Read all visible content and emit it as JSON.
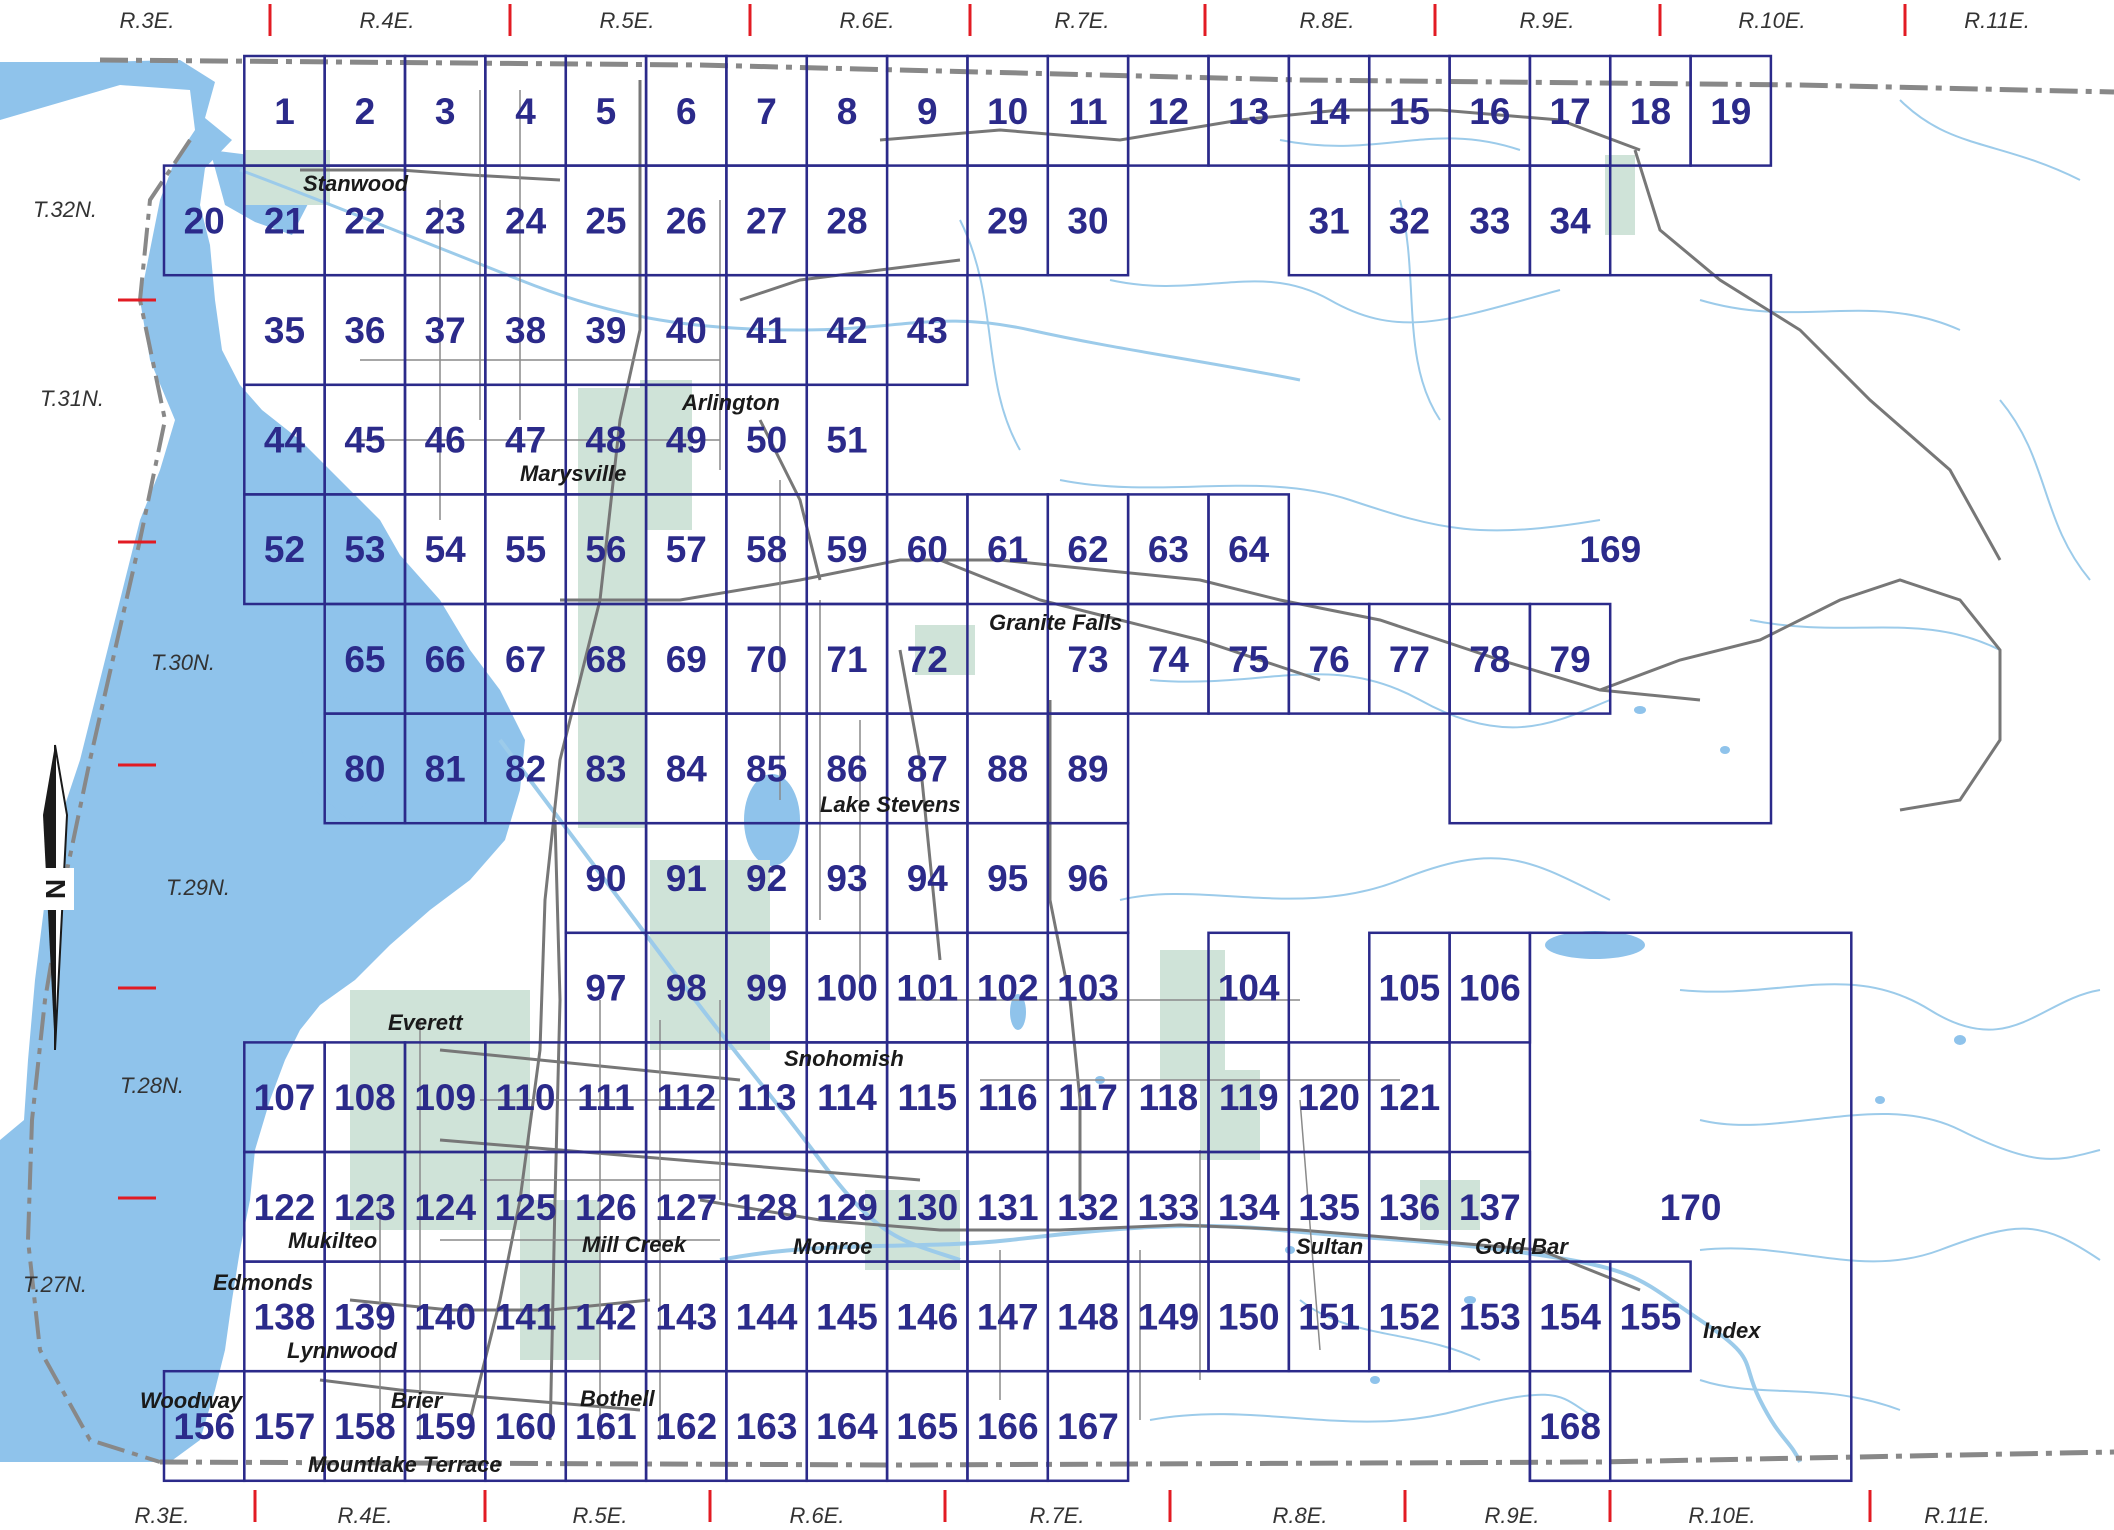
{
  "colors": {
    "water": "#8fc3eb",
    "park": "#cfe3d8",
    "grid": "#2b2a8a",
    "number": "#2b2a8a",
    "tick": "#e21b23",
    "road": "#777777",
    "stream": "#9ccbea",
    "boundary": "#888888"
  },
  "icons": {
    "north_arrow": "north-arrow-icon"
  },
  "north_label": "N",
  "range_labels": {
    "top": [
      "R.3E.",
      "R.4E.",
      "R.5E.",
      "R.6E.",
      "R.7E.",
      "R.8E.",
      "R.9E.",
      "R.10E.",
      "R.11E."
    ],
    "bottom": [
      "R.3E.",
      "R.4E.",
      "R.5E.",
      "R.6E.",
      "R.7E.",
      "R.8E.",
      "R.9E.",
      "R.10E.",
      "R.11E."
    ]
  },
  "township_labels": [
    "T.32N.",
    "T.31N.",
    "T.30N.",
    "T.29N.",
    "T.28N.",
    "T.27N."
  ],
  "cities": [
    "Stanwood",
    "Arlington",
    "Marysville",
    "Granite Falls",
    "Lake Stevens",
    "Everett",
    "Snohomish",
    "Mukilteo",
    "Mill Creek",
    "Monroe",
    "Sultan",
    "Gold Bar",
    "Edmonds",
    "Lynnwood",
    "Index",
    "Woodway",
    "Brier",
    "Bothell",
    "Mountlake Terrace"
  ],
  "grid": {
    "rows": [
      [
        "1",
        "2",
        "3",
        "4",
        "5",
        "6",
        "7",
        "8",
        "9",
        "10",
        "11",
        "12",
        "13",
        "14",
        "15",
        "16",
        "17",
        "18",
        "19"
      ],
      [
        "20",
        "21",
        "22",
        "23",
        "24",
        "25",
        "26",
        "27",
        "28",
        "29",
        "30",
        "31",
        "32",
        "33",
        "34"
      ],
      [
        "35",
        "36",
        "37",
        "38",
        "39",
        "40",
        "41",
        "42",
        "43"
      ],
      [
        "44",
        "45",
        "46",
        "47",
        "48",
        "49",
        "50",
        "51"
      ],
      [
        "52",
        "53",
        "54",
        "55",
        "56",
        "57",
        "58",
        "59",
        "60",
        "61",
        "62",
        "63",
        "64"
      ],
      [
        "65",
        "66",
        "67",
        "68",
        "69",
        "70",
        "71",
        "72",
        "73",
        "74",
        "75",
        "76",
        "77",
        "78",
        "79"
      ],
      [
        "80",
        "81",
        "82",
        "83",
        "84",
        "85",
        "86",
        "87",
        "88",
        "89"
      ],
      [
        "90",
        "91",
        "92",
        "93",
        "94",
        "95",
        "96"
      ],
      [
        "97",
        "98",
        "99",
        "100",
        "101",
        "102",
        "103",
        "104",
        "105",
        "106"
      ],
      [
        "107",
        "108",
        "109",
        "110",
        "111",
        "112",
        "113",
        "114",
        "115",
        "116",
        "117",
        "118",
        "119",
        "120",
        "121"
      ],
      [
        "122",
        "123",
        "124",
        "125",
        "126",
        "127",
        "128",
        "129",
        "130",
        "131",
        "132",
        "133",
        "134",
        "135",
        "136",
        "137"
      ],
      [
        "138",
        "139",
        "140",
        "141",
        "142",
        "143",
        "144",
        "145",
        "146",
        "147",
        "148",
        "149",
        "150",
        "151",
        "152",
        "153",
        "154",
        "155"
      ],
      [
        "156",
        "157",
        "158",
        "159",
        "160",
        "161",
        "162",
        "163",
        "164",
        "165",
        "166",
        "167",
        "168"
      ]
    ],
    "big": [
      "169",
      "170"
    ]
  }
}
